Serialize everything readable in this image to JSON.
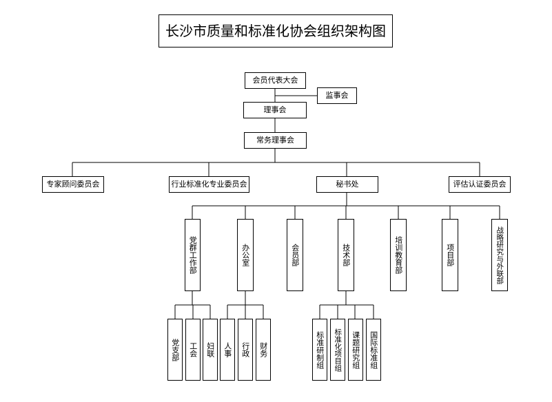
{
  "title": "长沙市质量和标准化协会组织架构图",
  "nodes": {
    "assembly": "会员代表大会",
    "supervisory": "监事会",
    "council": "理事会",
    "standing": "常务理事会",
    "experts": "专家顾问委员会",
    "industry": "行业标准化专业委员会",
    "secretariat": "秘书处",
    "evaluation": "评估认证委员会",
    "party": "党群工作部",
    "office": "办公室",
    "member": "会员部",
    "tech": "技术部",
    "training": "培训教育部",
    "project": "项目部",
    "strategy": "战略研究与外联部",
    "party_branch": "党支部",
    "union": "工会",
    "women": "妇联",
    "hr": "人事",
    "admin": "行政",
    "finance": "财务",
    "std_research": "标准研制组",
    "std_project": "标准化项目组",
    "topic_research": "课题研究组",
    "intl_std": "国际标准组"
  }
}
